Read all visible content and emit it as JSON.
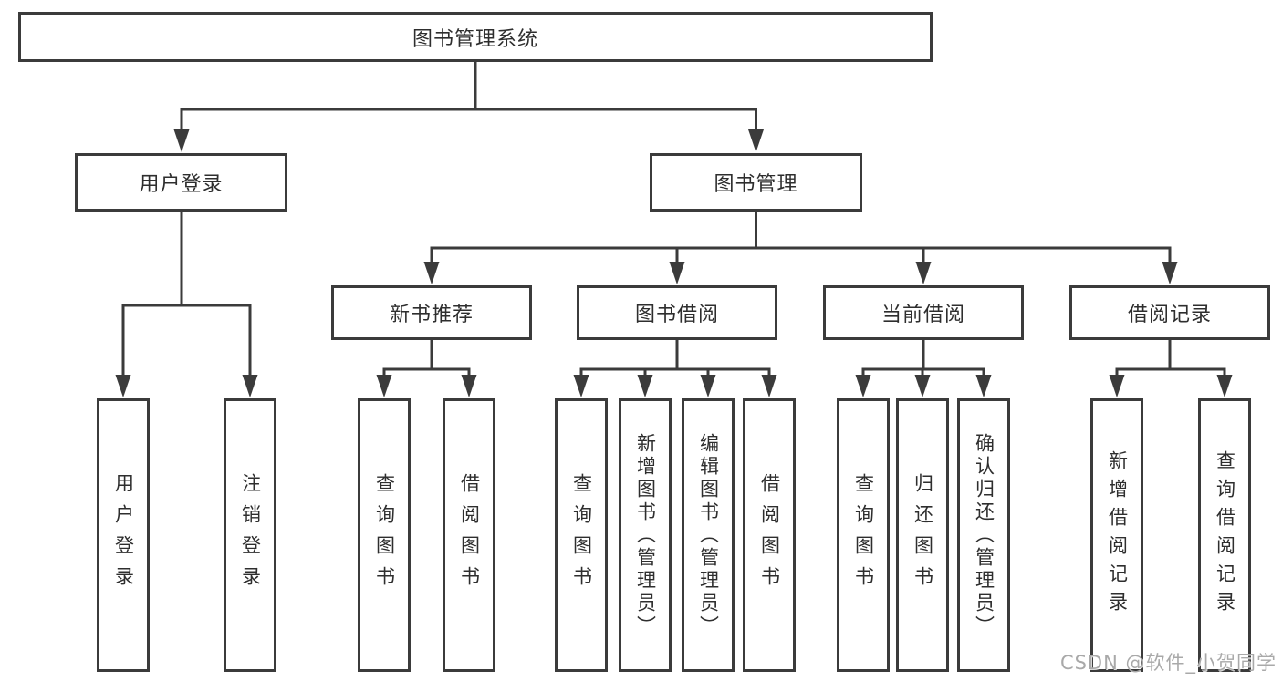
{
  "tree": {
    "root": {
      "label": "图书管理系统"
    },
    "login": {
      "label": "用户登录",
      "children": [
        {
          "label": "用户登录"
        },
        {
          "label": "注销登录"
        }
      ]
    },
    "management": {
      "label": "图书管理",
      "groups": [
        {
          "label": "新书推荐",
          "children": [
            {
              "label": "查询图书"
            },
            {
              "label": "借阅图书"
            }
          ]
        },
        {
          "label": "图书借阅",
          "children": [
            {
              "label": "查询图书"
            },
            {
              "label": "新增图书（管理员）"
            },
            {
              "label": "编辑图书（管理员）"
            },
            {
              "label": "借阅图书"
            }
          ]
        },
        {
          "label": "当前借阅",
          "children": [
            {
              "label": "查询图书"
            },
            {
              "label": "归还图书"
            },
            {
              "label": "确认归还（管理员）"
            }
          ]
        },
        {
          "label": "借阅记录",
          "children": [
            {
              "label": "新增借阅记录"
            },
            {
              "label": "查询借阅记录"
            }
          ]
        }
      ]
    }
  },
  "watermark": "CSDN @软件_小贺同学",
  "colors": {
    "line": "#3b3b3b",
    "box_border": "#3b3b3b",
    "text": "#2e2e2e",
    "watermark": "#a9a9a9",
    "background": "#ffffff"
  }
}
